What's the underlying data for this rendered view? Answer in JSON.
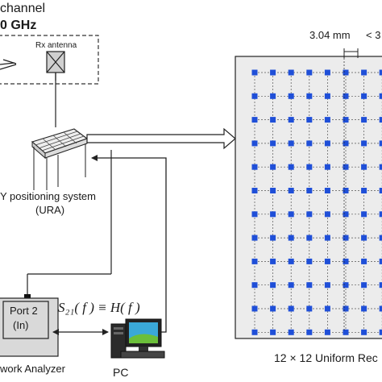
{
  "text": {
    "channel_title": "channel",
    "freq_title": "0 GHz",
    "rx_antenna": "Rx antenna",
    "positioning_line1": "Y positioning system",
    "positioning_line2": "(URA)",
    "spacing": "3.04 mm",
    "spacing_cut": "< 3",
    "ura_caption": "12 × 12 Uniform Rec",
    "port_line1": "Port 2",
    "port_line2": "(In)",
    "analyzer": "work Analyzer",
    "pc": "PC",
    "equation": "S₂₁( f ) ≡ H( f )"
  },
  "grid": {
    "rows": 12,
    "cols": 12,
    "dot_color": "#1f4fd8",
    "panel_color": "#ececec"
  },
  "colors": {
    "line": "#222222",
    "dashed": "#333333",
    "box_fill": "#d9d9d9",
    "pc_screen": "#3aa8d8"
  },
  "icons": [
    "antenna-element-icon",
    "planar-array-icon",
    "computer-icon"
  ]
}
